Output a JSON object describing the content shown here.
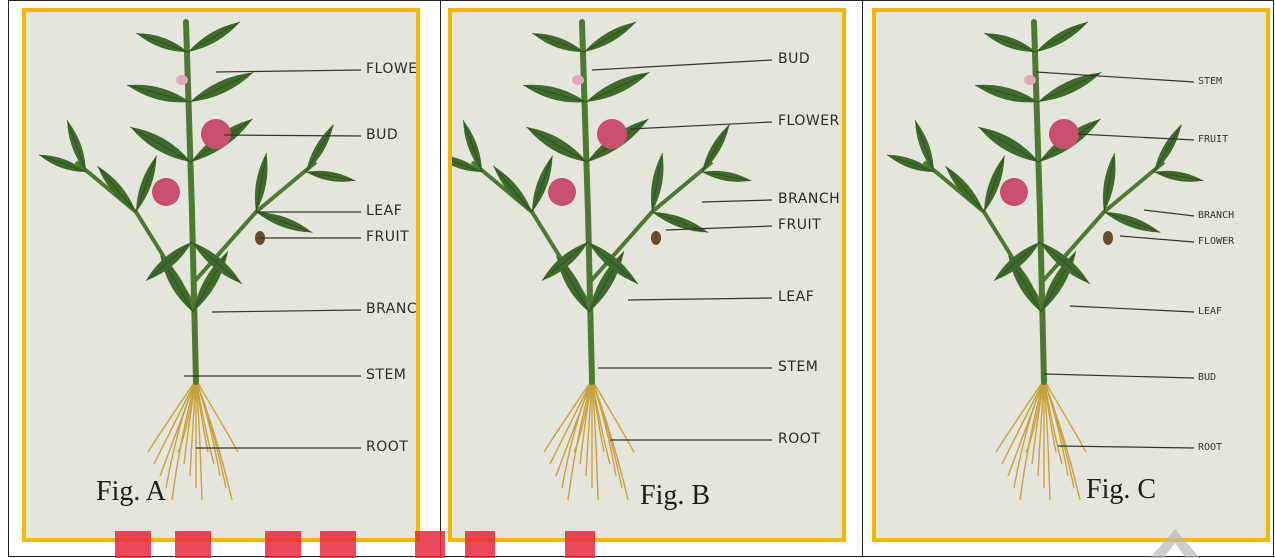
{
  "figures": [
    {
      "caption": "Fig. A",
      "labels": [
        "FLOWE",
        "BUD",
        "LEAF",
        "FRUIT",
        "BRANC",
        "STEM",
        "ROOT"
      ]
    },
    {
      "caption": "Fig. B",
      "labels": [
        "BUD",
        "FLOWER",
        "BRANCH",
        "FRUIT",
        "LEAF",
        "STEM",
        "ROOT"
      ]
    },
    {
      "caption": "Fig. C",
      "labels": [
        "STEM",
        "FRUIT",
        "BRANCH",
        "FLOWER",
        "LEAF",
        "BUD",
        "ROOT"
      ]
    }
  ],
  "colors": {
    "panel_border": "#f5b800",
    "leaf": "#3f6a2c",
    "flower": "#c8506e",
    "root": "#c9a040",
    "watermark": "#e8283c"
  }
}
